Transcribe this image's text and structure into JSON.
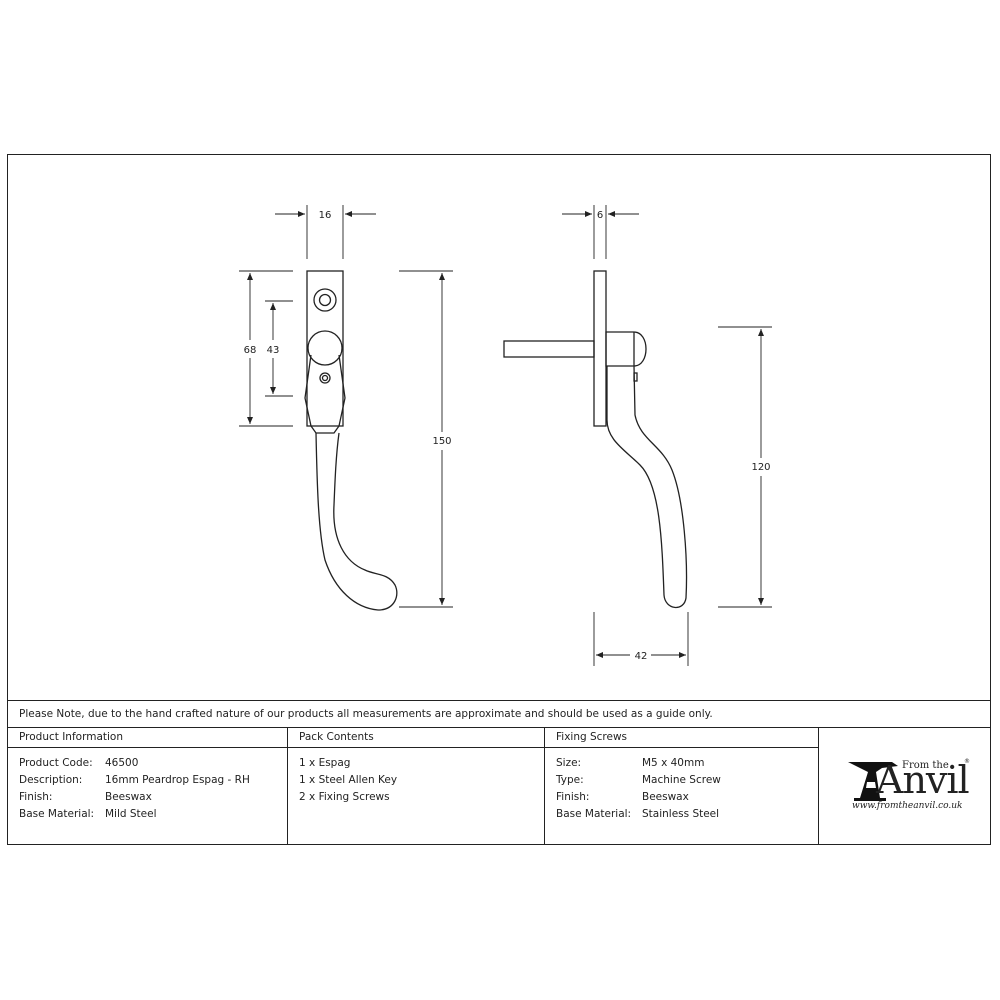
{
  "drawing": {
    "front_view": {
      "dimensions": {
        "width": "16",
        "plate_height": "68",
        "fixing_centres": "43",
        "overall_height": "150"
      }
    },
    "side_view": {
      "dimensions": {
        "plate_depth": "6",
        "handle_length": "120",
        "projection": "42"
      }
    }
  },
  "note": "Please Note, due to the hand crafted nature of our products all measurements are approximate and should be used as a guide only.",
  "product_information": {
    "title": "Product Information",
    "rows": [
      {
        "label": "Product Code:",
        "value": "46500"
      },
      {
        "label": "Description:",
        "value": "16mm Peardrop Espag - RH"
      },
      {
        "label": "Finish:",
        "value": "Beeswax"
      },
      {
        "label": "Base Material:",
        "value": "Mild Steel"
      }
    ]
  },
  "pack_contents": {
    "title": "Pack Contents",
    "items": [
      "1 x Espag",
      "1 x Steel Allen Key",
      "2 x Fixing Screws"
    ]
  },
  "fixing_screws": {
    "title": "Fixing Screws",
    "rows": [
      {
        "label": "Size:",
        "value": "M5 x 40mm"
      },
      {
        "label": "Type:",
        "value": "Machine Screw"
      },
      {
        "label": "Finish:",
        "value": "Beeswax"
      },
      {
        "label": "Base Material:",
        "value": "Stainless Steel"
      }
    ]
  },
  "logo": {
    "from_the": "From the",
    "brand": "Anvil",
    "registered": "®",
    "url": "www.fromtheanvil.co.uk"
  },
  "colors": {
    "line": "#222222",
    "background": "#ffffff"
  }
}
